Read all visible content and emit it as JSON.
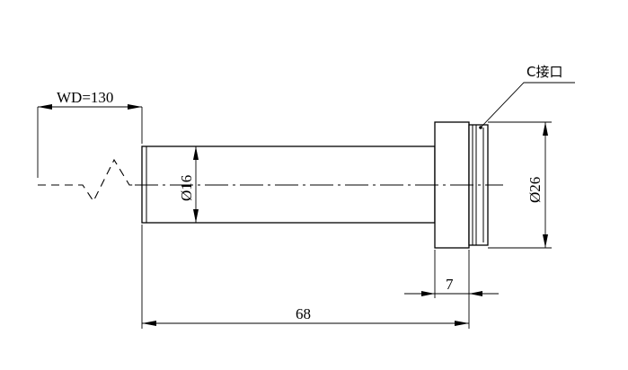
{
  "labels": {
    "wd": "WD=130",
    "connector": "C接口",
    "shaft_diameter": "Ø16",
    "flange_diameter": "Ø26",
    "flange_width": "7",
    "total_length": "68"
  }
}
